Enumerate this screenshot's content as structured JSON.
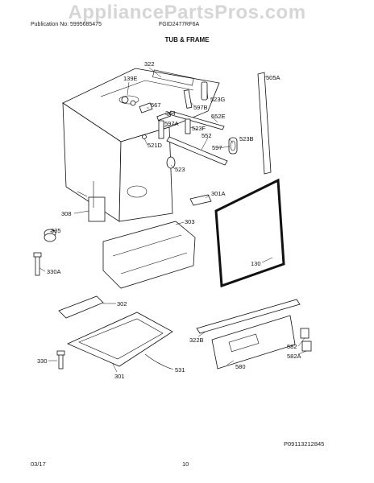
{
  "watermark": "AppliancePartsPros.com",
  "header": {
    "publication": "Publication No: 5995685475",
    "model": "FGID2477RF6A",
    "section_title": "TUB & FRAME"
  },
  "callouts": {
    "c322": "322",
    "c139E": "139E",
    "c567": "567",
    "c344": "344",
    "c597B": "597B",
    "c523G": "523G",
    "c505A": "505A",
    "c552E": "552E",
    "c597A": "597A",
    "c523F": "523F",
    "c552": "552",
    "c523B": "523B",
    "c521D": "521D",
    "c597": "597",
    "c523": "523",
    "c301A": "301A",
    "c308": "308",
    "c303": "303",
    "c335": "335",
    "c330A": "330A",
    "c130": "130",
    "c302": "302",
    "c322B": "322B",
    "c582": "582",
    "c582A": "582A",
    "c330": "330",
    "c580": "580",
    "c301": "301",
    "c531": "531"
  },
  "footer": {
    "diagram_code": "P09113212845",
    "date": "03/17",
    "page_number": "10"
  }
}
